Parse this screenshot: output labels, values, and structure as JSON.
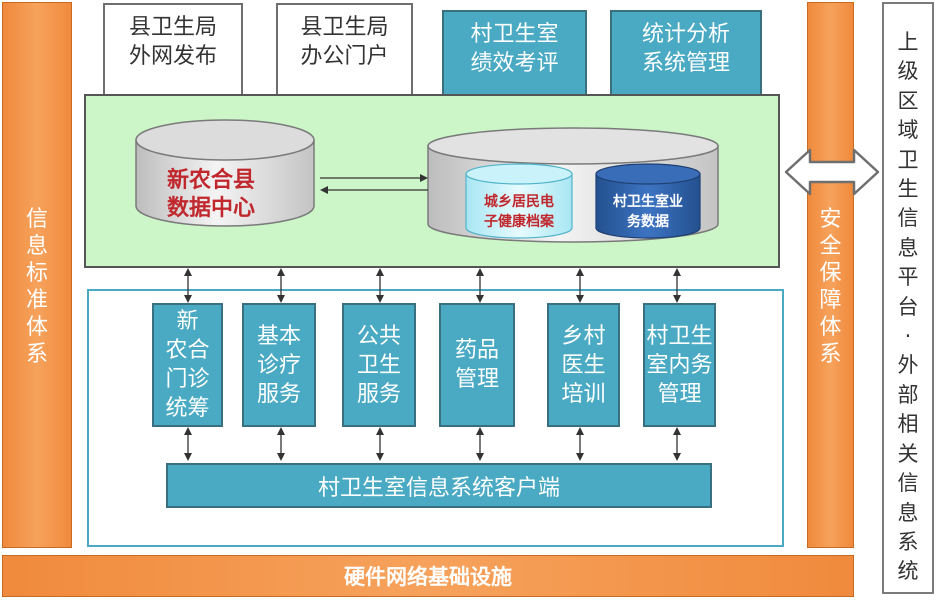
{
  "left_bar": {
    "label_chars": [
      "信",
      "息",
      "标",
      "准",
      "体",
      "系"
    ]
  },
  "right_security_bar": {
    "label_chars": [
      "安",
      "全",
      "保",
      "障",
      "体",
      "系"
    ]
  },
  "external_panel": {
    "label_chars": [
      "上",
      "级",
      "区",
      "域",
      "卫",
      "生",
      "信",
      "息",
      "平",
      "台",
      "·",
      "外",
      "部",
      "相",
      "关",
      "信",
      "息",
      "系",
      "统"
    ]
  },
  "top_boxes": [
    {
      "line1": "县卫生局",
      "line2": "外网发布"
    },
    {
      "line1": "县卫生局",
      "line2": "办公门户"
    },
    {
      "line1": "村卫生室",
      "line2": "绩效考评"
    },
    {
      "line1": "统计分析",
      "line2": "系统管理"
    }
  ],
  "data_center": {
    "db_line1": "新农合县",
    "db_line2": "数据中心",
    "health_line1": "城乡居民电",
    "health_line2": "子健康档案",
    "clinic_line1": "村卫生室业",
    "clinic_line2": "务数据"
  },
  "services": [
    {
      "lines": [
        "新",
        "农合",
        "门诊",
        "统筹"
      ]
    },
    {
      "lines": [
        "基本",
        "诊疗",
        "服务"
      ]
    },
    {
      "lines": [
        "公共",
        "卫生",
        "服务"
      ]
    },
    {
      "lines": [
        "药品",
        "管理"
      ]
    },
    {
      "lines": [
        "乡村",
        "医生",
        "培训"
      ]
    },
    {
      "lines": [
        "村卫生",
        "室内务",
        "管理"
      ]
    }
  ],
  "client_bar": {
    "label": "村卫生室信息系统客户端"
  },
  "hardware_bar": {
    "label": "硬件网络基础设施"
  },
  "colors": {
    "orange": "#f08a3c",
    "teal": "#4aaac3",
    "green_panel": "#ccf5c8",
    "red_text": "#c0282e",
    "dark_blue_db": "#2c5ea8"
  }
}
